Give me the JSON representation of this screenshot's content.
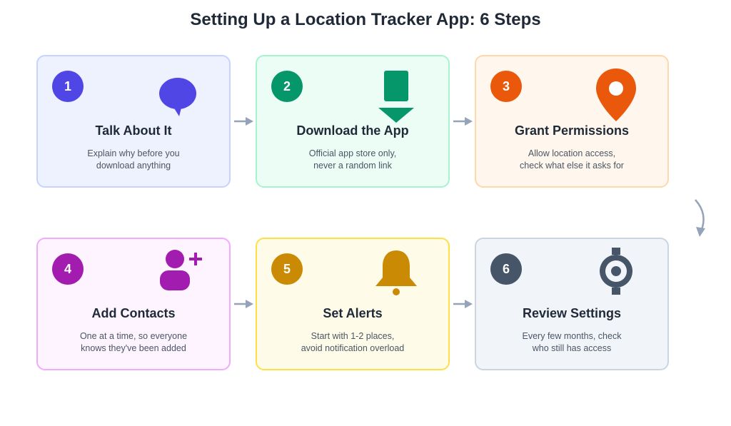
{
  "title": "Setting Up a Location Tracker App: 6 Steps",
  "colors": {
    "arrow": "#94a3b8",
    "text_dark": "#1f2937",
    "text_muted": "#4b5563"
  },
  "steps": [
    {
      "number": "1",
      "title": "Talk About It",
      "desc": [
        "Explain why before you",
        "download anything"
      ],
      "icon": "speech-bubble-icon",
      "accent": "#4f46e5",
      "bg": "#eef2ff",
      "border": "#c7d2fe"
    },
    {
      "number": "2",
      "title": "Download the App",
      "desc": [
        "Official app store only,",
        "never a random link"
      ],
      "icon": "download-arrow-icon",
      "accent": "#059669",
      "bg": "#ecfdf5",
      "border": "#a7f3d0"
    },
    {
      "number": "3",
      "title": "Grant Permissions",
      "desc": [
        "Allow location access,",
        "check what else it asks for"
      ],
      "icon": "location-pin-icon",
      "accent": "#ea580c",
      "bg": "#fff7ed",
      "border": "#fed7aa"
    },
    {
      "number": "4",
      "title": "Add Contacts",
      "desc": [
        "One at a time, so everyone",
        "knows they've been added"
      ],
      "icon": "add-person-icon",
      "accent": "#a21caf",
      "bg": "#fdf4ff",
      "border": "#f0abfc"
    },
    {
      "number": "5",
      "title": "Set Alerts",
      "desc": [
        "Start with 1-2 places,",
        "avoid notification overload"
      ],
      "icon": "bell-icon",
      "accent": "#ca8a04",
      "bg": "#fefce8",
      "border": "#fde047"
    },
    {
      "number": "6",
      "title": "Review Settings",
      "desc": [
        "Every few months, check",
        "who still has access"
      ],
      "icon": "settings-gear-icon",
      "accent": "#475569",
      "bg": "#f1f5f9",
      "border": "#cbd5e1"
    }
  ]
}
